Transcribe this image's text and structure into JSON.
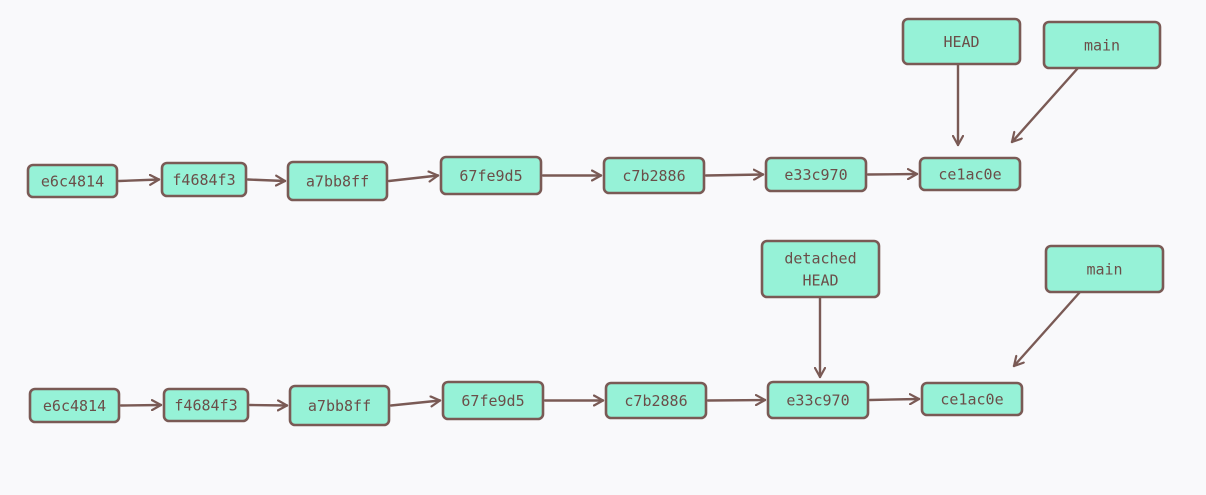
{
  "colors": {
    "background": "#f9f9fb",
    "node_fill": "#96f2d7",
    "node_stroke": "#7a5a55",
    "text": "#6b4e49"
  },
  "diagrams": [
    {
      "commits": [
        "e6c4814",
        "f4684f3",
        "a7bb8ff",
        "67fe9d5",
        "c7b2886",
        "e33c970",
        "ce1ac0e"
      ],
      "refs": [
        {
          "label_lines": [
            "HEAD"
          ],
          "points_to": "ce1ac0e"
        },
        {
          "label_lines": [
            "main"
          ],
          "points_to": "ce1ac0e"
        }
      ]
    },
    {
      "commits": [
        "e6c4814",
        "f4684f3",
        "a7bb8ff",
        "67fe9d5",
        "c7b2886",
        "e33c970",
        "ce1ac0e"
      ],
      "refs": [
        {
          "label_lines": [
            "detached",
            "HEAD"
          ],
          "points_to": "e33c970"
        },
        {
          "label_lines": [
            "main"
          ],
          "points_to": "ce1ac0e"
        }
      ]
    }
  ]
}
